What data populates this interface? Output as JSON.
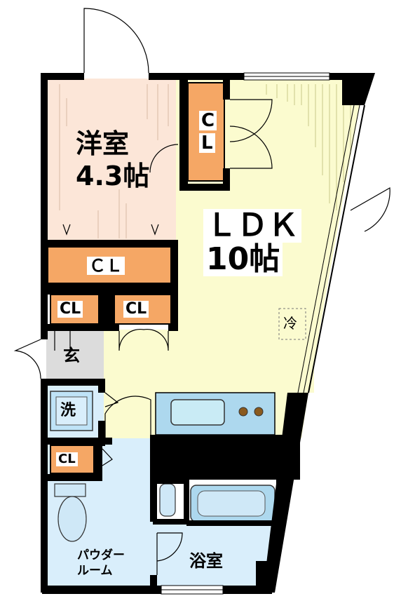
{
  "rooms": {
    "western": {
      "name": "洋室",
      "size": "4.3帖"
    },
    "ldk": {
      "name": "ＬＤＫ",
      "size": "10帖"
    },
    "entrance": {
      "name": "玄"
    },
    "bath": {
      "name": "浴室"
    },
    "powder": {
      "line1": "パウダー",
      "line2": "ルーム"
    }
  },
  "labels": {
    "closet": "CL",
    "closet_top_1": "C",
    "closet_top_2": "L",
    "closet_wide": "ＣＬ",
    "fridge": "冷",
    "washer": "洗"
  },
  "colors": {
    "western_floor": "#fce6d8",
    "ldk_floor": "#fbfbcf",
    "wet_floor": "#d9eefb",
    "closet": "#f5a765",
    "wall": "#000000",
    "entrance_floor": "#dcdcdc"
  }
}
